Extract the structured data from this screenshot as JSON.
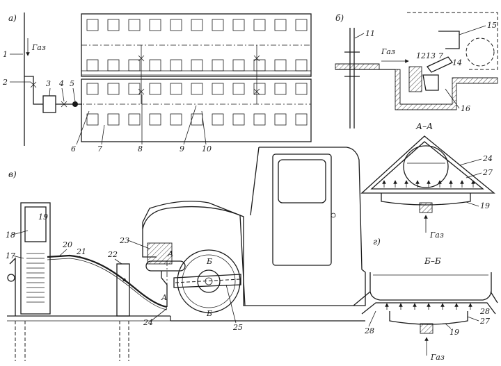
{
  "panels": {
    "a": "а)",
    "b": "б)",
    "v": "в)",
    "g": "г)"
  },
  "gas": "Газ",
  "sections": {
    "aa": "А–А",
    "bb": "Б–Б",
    "a_mark": "А",
    "b_mark": "Б"
  },
  "callouts_a": [
    "1",
    "2",
    "3",
    "4",
    "5",
    "6",
    "7",
    "8",
    "9",
    "10"
  ],
  "callouts_b": [
    "11",
    "12",
    "13",
    "7",
    "14",
    "15",
    "16"
  ],
  "callouts_v": [
    "17",
    "18",
    "19",
    "20",
    "21",
    "22",
    "23",
    "24",
    "25"
  ],
  "callouts_g": [
    "24",
    "27",
    "19",
    "28",
    "27",
    "28",
    "19"
  ]
}
